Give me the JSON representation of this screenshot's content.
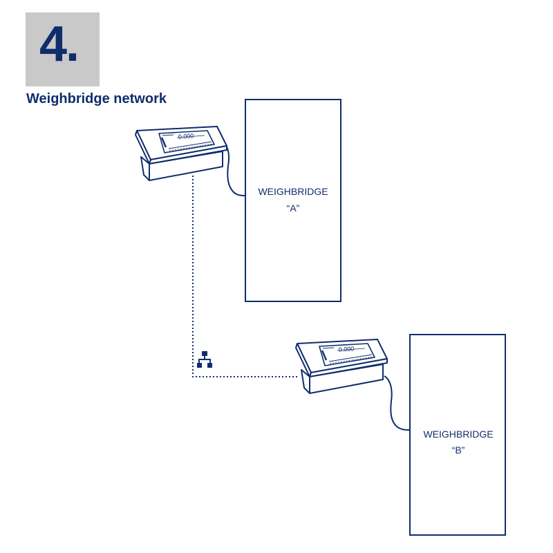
{
  "step": {
    "number": "4."
  },
  "title": "Weighbridge network",
  "terminals": [
    {
      "name": "terminal-a",
      "display_reading": "0.000"
    },
    {
      "name": "terminal-b",
      "display_reading": "0.000"
    }
  ],
  "weighbridges": [
    {
      "line1": "WEIGHBRIDGE",
      "line2": "“A”"
    },
    {
      "line1": "WEIGHBRIDGE",
      "line2": "“B”"
    }
  ],
  "colors": {
    "primary": "#0f2d6b",
    "badge_background": "#c9c9c9",
    "background": "#ffffff"
  },
  "icons": {
    "network": "network-icon"
  }
}
